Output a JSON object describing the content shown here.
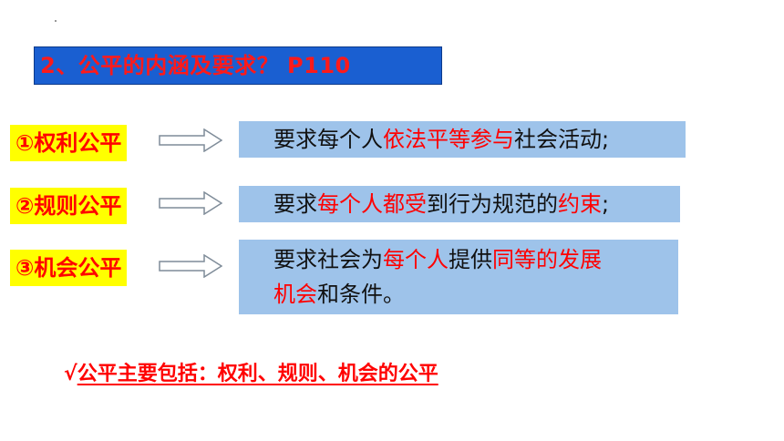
{
  "title": "2、公平的内涵及要求？ P110",
  "items": [
    {
      "label": "①权利公平",
      "desc": [
        {
          "text": "要求每个人",
          "red": false
        },
        {
          "text": "依法平等参与",
          "red": true
        },
        {
          "text": "社会活动;",
          "red": false
        }
      ]
    },
    {
      "label": "②规则公平",
      "desc": [
        {
          "text": "要求",
          "red": false
        },
        {
          "text": "每个人都受",
          "red": true
        },
        {
          "text": "到行为规范的",
          "red": false
        },
        {
          "text": "约束",
          "red": true
        },
        {
          "text": ";",
          "red": false
        }
      ]
    },
    {
      "label": "③机会公平",
      "desc": [
        {
          "text": "要求社会为",
          "red": false
        },
        {
          "text": "每个人",
          "red": true
        },
        {
          "text": "提供",
          "red": false
        },
        {
          "text": "同等的发展",
          "red": true
        },
        {
          "text": "机会",
          "red": true
        },
        {
          "text": "和条件。",
          "red": false
        }
      ]
    }
  ],
  "summary": {
    "check": "√",
    "text": "公平主要包括：权利、规则、机会的公平"
  },
  "colors": {
    "title_bg": "#1a5fd1",
    "accent_red": "#ff0000",
    "label_bg": "#ffff00",
    "desc_bg": "#9ec3ea"
  }
}
